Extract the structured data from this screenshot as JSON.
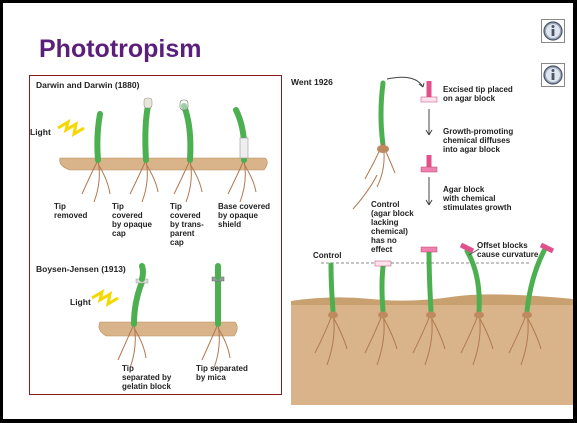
{
  "title": "Phototropism",
  "info_buttons": [
    "info-icon",
    "info-icon"
  ],
  "darwin": {
    "heading": "Darwin and Darwin (1880)",
    "light_label": "Light",
    "labels": [
      "Tip\nremoved",
      "Tip\ncovered\nby opaque\ncap",
      "Tip\ncovered\nby trans-\nparent\ncap",
      "Base covered\nby opaque\nshield"
    ]
  },
  "boysen": {
    "heading": "Boysen-Jensen (1913)",
    "light_label": "Light",
    "labels": [
      "Tip\nseparated by\ngelatin block",
      "Tip separated\nby mica"
    ]
  },
  "went": {
    "heading": "Went 1926",
    "steps": [
      "Excised tip placed\non agar block",
      "Growth-promoting\nchemical diffuses\ninto agar block",
      "Agar block\nwith chemical\nstimulates growth"
    ],
    "control_label": "Control",
    "control_note": "Control\n(agar block\nlacking\nchemical)\nhas no\neffect",
    "offset_label": "Offset blocks\ncause curvature"
  },
  "colors": {
    "title": "#5a1f7a",
    "panel_border": "#8b1a1a",
    "stem": "#4caf50",
    "stem_dark": "#2e7d32",
    "soil": "#d9b48a",
    "soil_dark": "#b98a5c",
    "agar": "#e0508a",
    "light": "#f5d800"
  }
}
